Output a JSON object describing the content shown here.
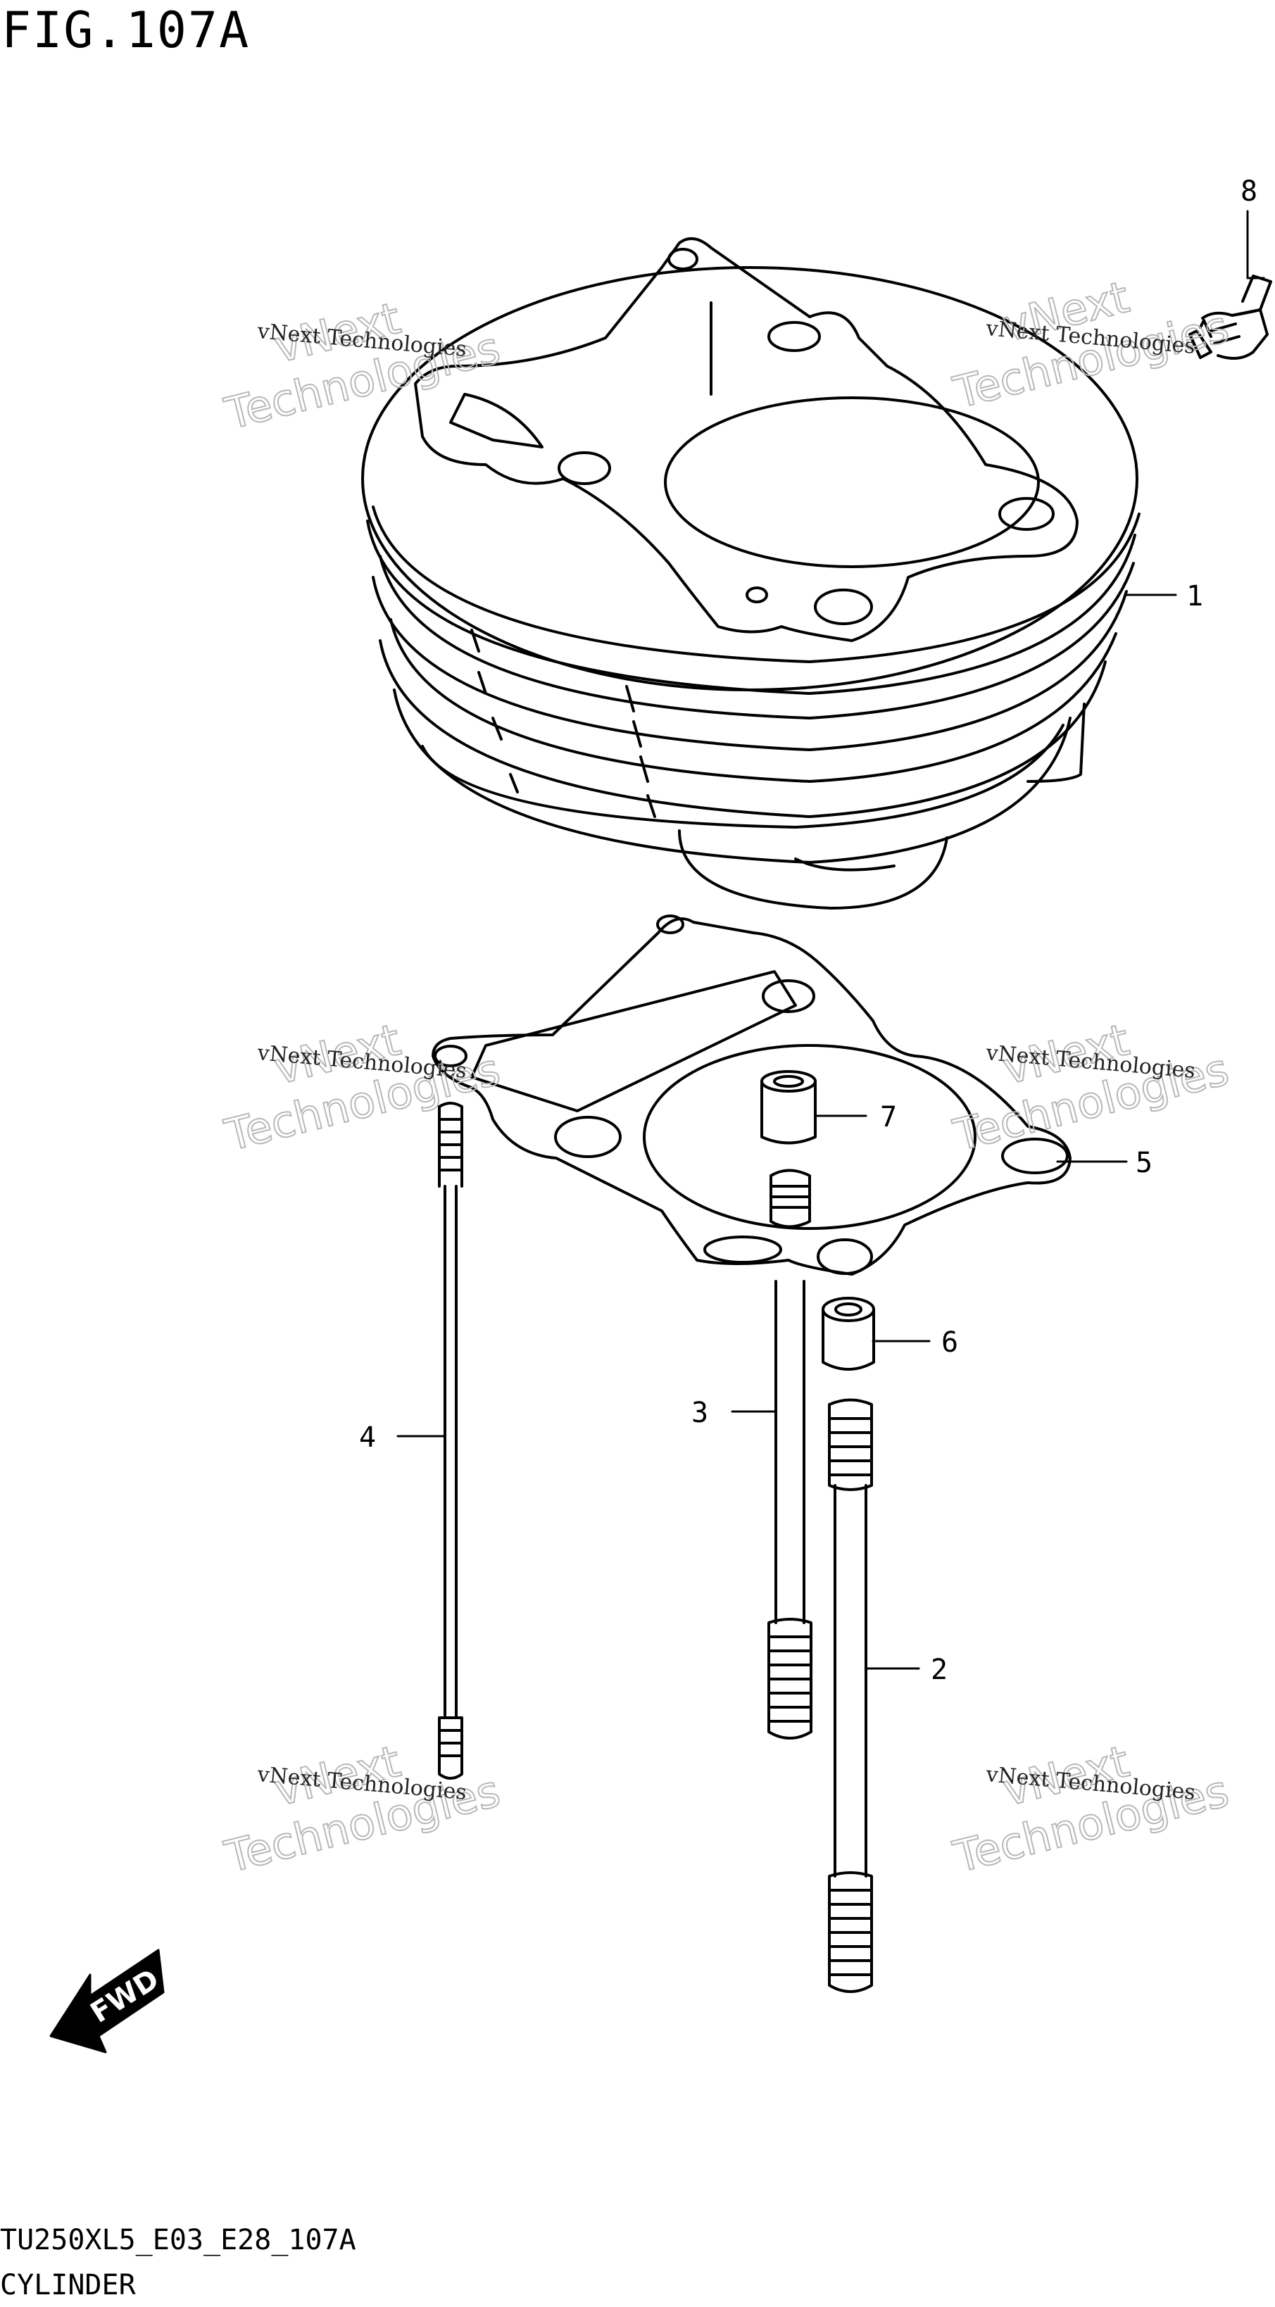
{
  "figure": {
    "title": "FIG.107A",
    "code": "TU250XL5_E03_E28_107A",
    "name": "CYLINDER"
  },
  "callouts": [
    "1",
    "2",
    "3",
    "4",
    "5",
    "6",
    "7",
    "8"
  ],
  "watermark": {
    "line1": "vNext Technologies",
    "outline_top": "vNext",
    "outline_bottom": "Technologies"
  },
  "fwd_label": "FWD"
}
